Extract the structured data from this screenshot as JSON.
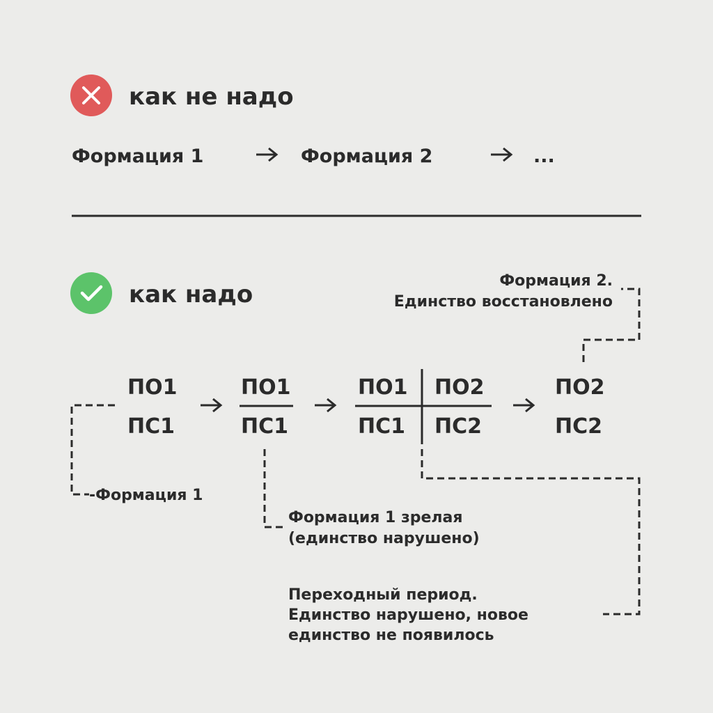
{
  "wrong": {
    "heading": "как не надо",
    "icon": "cross-circle-icon",
    "color": "#e05a5a",
    "chain": [
      "Формация 1",
      "Формация 2",
      "..."
    ]
  },
  "right": {
    "heading": "как надо",
    "icon": "check-circle-icon",
    "color": "#5cc36a",
    "stages": [
      {
        "top": "ПО1",
        "bottom": "ПС1"
      },
      {
        "top": "ПО1",
        "bottom": "ПС1"
      },
      {
        "top_left": "ПО1",
        "top_right": "ПО2",
        "bottom_left": "ПС1",
        "bottom_right": "ПС2"
      },
      {
        "top": "ПО2",
        "bottom": "ПС2"
      }
    ],
    "labels": {
      "formation1": "-Формация 1",
      "mature_line1": "Формация 1 зрелая",
      "mature_line2": "(единство нарушено)",
      "transition_line1": "Переходный период.",
      "transition_line2": "Единство нарушено, новое",
      "transition_line3": "единство не появилось",
      "formation2_line1": "Формация 2.",
      "formation2_line2": "Единство восстановлено"
    }
  }
}
